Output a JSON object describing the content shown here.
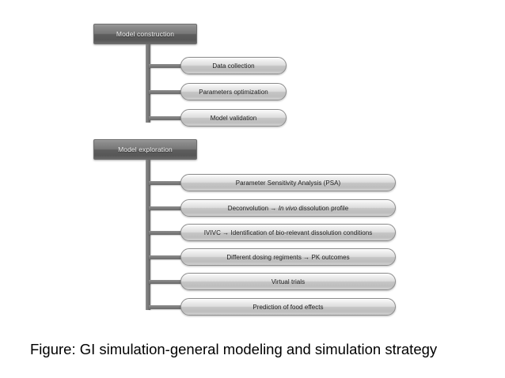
{
  "caption": "Figure: GI simulation-general modeling and simulation strategy",
  "colors": {
    "background": "#ffffff",
    "header_box_fill_top": "#9a9a9a",
    "header_box_fill_bottom": "#575757",
    "header_box_border": "#6f6f6f",
    "header_box_text": "#f2f2f2",
    "pill_fill_top": "#fbfbfb",
    "pill_fill_bottom": "#bdbdbd",
    "pill_border": "#8c8c8c",
    "pill_text": "#1d1d1d",
    "connector": "#7a7a7a"
  },
  "groups": [
    {
      "id": "model-construction",
      "header": "Model construction",
      "items": [
        {
          "text": "Data collection"
        },
        {
          "text": "Parameters optimization"
        },
        {
          "text": "Model validation"
        }
      ]
    },
    {
      "id": "model-exploration",
      "header": "Model exploration",
      "items": [
        {
          "text": "Parameter Sensitivity Analysis (PSA)"
        },
        {
          "text": "Deconvolution → In vivo dissolution profile",
          "italic_part": "In vivo"
        },
        {
          "text": "IVIVC → Identification of bio-relevant dissolution conditions"
        },
        {
          "text": "Different dosing regiments → PK outcomes"
        },
        {
          "text": "Virtual trials"
        },
        {
          "text": "Prediction of food effects"
        }
      ]
    }
  ]
}
